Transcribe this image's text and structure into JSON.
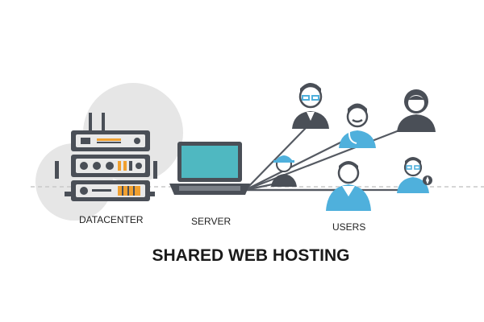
{
  "labels": {
    "datacenter": "DATACENTER",
    "server": "SERVER",
    "users": "USERS"
  },
  "title": "SHARED WEB HOSTING",
  "colors": {
    "rack": "#4a4f57",
    "rack_light": "#e9e9e9",
    "accent_orange": "#f0a030",
    "screen_teal": "#4fb8c1",
    "user_blue": "#4fb0dc",
    "user_dark": "#4a4f57",
    "line": "#555a62",
    "background_circle": "#e6e6e6"
  },
  "icons": [
    "server-rack-icon",
    "laptop-icon",
    "user-glasses-icon",
    "user-mustache-icon",
    "user-woman-icon",
    "user-helmet-icon",
    "user-blue-icon",
    "user-tie-icon"
  ]
}
